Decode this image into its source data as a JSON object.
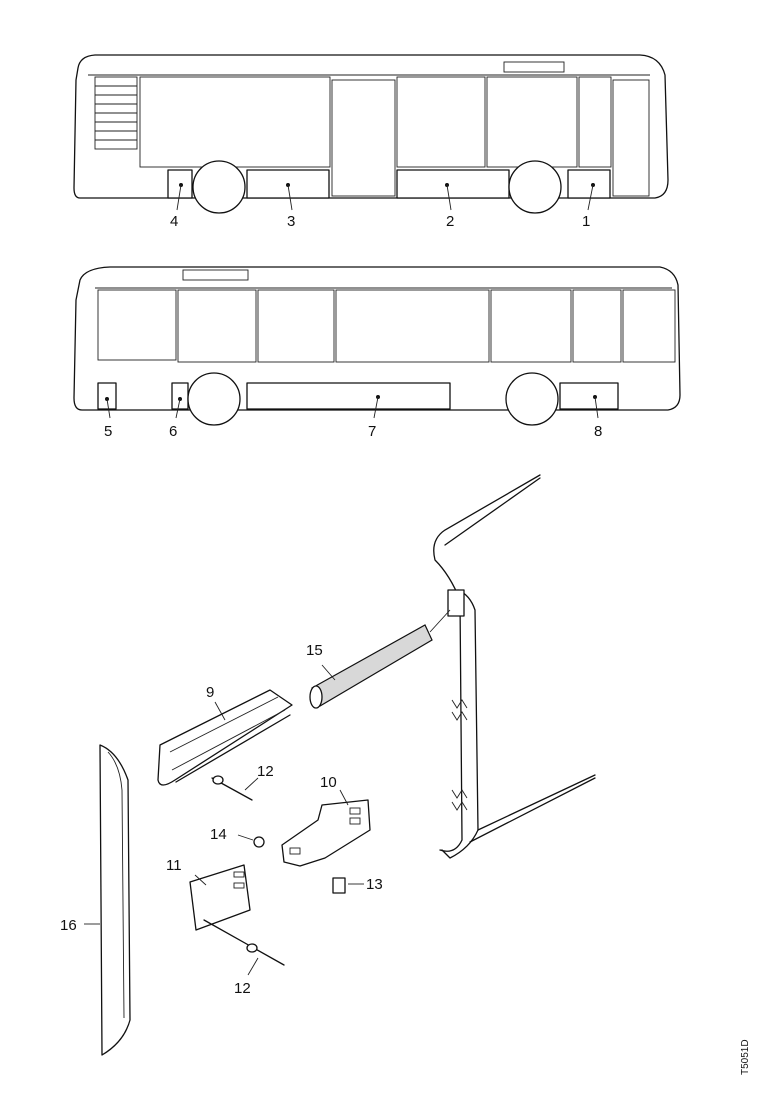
{
  "callouts": {
    "c1": "1",
    "c2": "2",
    "c3": "3",
    "c4": "4",
    "c5": "5",
    "c6": "6",
    "c7": "7",
    "c8": "8",
    "c9": "9",
    "c10": "10",
    "c11": "11",
    "c12a": "12",
    "c12b": "12",
    "c13": "13",
    "c14": "14",
    "c15": "15",
    "c16": "16"
  },
  "drawing_ref": "T5051D"
}
